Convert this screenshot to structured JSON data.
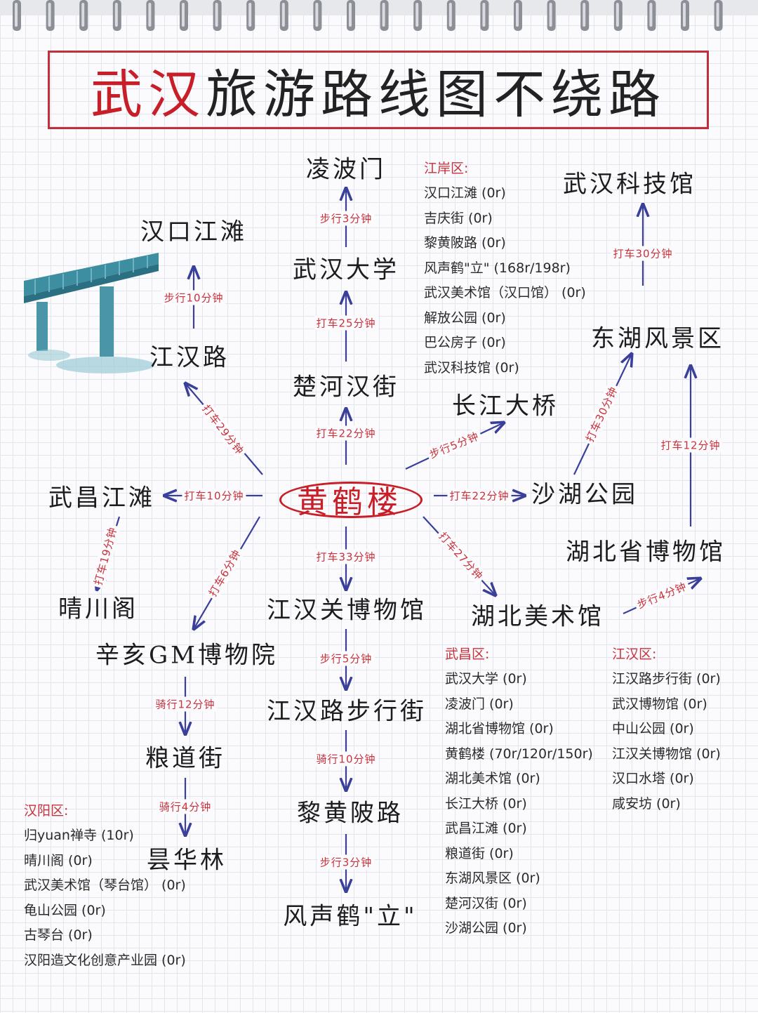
{
  "title": {
    "red": "武汉",
    "black": "旅游路线图不绕路"
  },
  "center": {
    "name": "黄鹤楼"
  },
  "nodes": [
    {
      "id": "linbomen",
      "name": "凌波门"
    },
    {
      "id": "whdx",
      "name": "武汉大学"
    },
    {
      "id": "chjj",
      "name": "楚河汉街"
    },
    {
      "id": "hkjt",
      "name": "汉口江滩"
    },
    {
      "id": "jhl",
      "name": "江汉路"
    },
    {
      "id": "wcjt",
      "name": "武昌江滩"
    },
    {
      "id": "qcg",
      "name": "晴川阁"
    },
    {
      "id": "xh",
      "name": "辛亥GM博物院"
    },
    {
      "id": "ldj",
      "name": "粮道街"
    },
    {
      "id": "thl",
      "name": "昙华林"
    },
    {
      "id": "jhg",
      "name": "江汉关博物馆"
    },
    {
      "id": "jhlbxj",
      "name": "江汉路步行街"
    },
    {
      "id": "lhpl",
      "name": "黎黄陂路"
    },
    {
      "id": "fsh",
      "name": "风声鹤\"立\""
    },
    {
      "id": "cjdq",
      "name": "长江大桥"
    },
    {
      "id": "shgy",
      "name": "沙湖公园"
    },
    {
      "id": "hbms",
      "name": "湖北美术馆"
    },
    {
      "id": "hbbwg",
      "name": "湖北省博物馆"
    },
    {
      "id": "dhfj",
      "name": "东湖风景区"
    },
    {
      "id": "whkjg",
      "name": "武汉科技馆"
    }
  ],
  "edges": [
    {
      "id": "e1",
      "label": "步行3分钟"
    },
    {
      "id": "e2",
      "label": "打车25分钟"
    },
    {
      "id": "e3",
      "label": "打车22分钟"
    },
    {
      "id": "e4",
      "label": "步行10分钟"
    },
    {
      "id": "e5",
      "label": "打车29分钟"
    },
    {
      "id": "e6",
      "label": "打车10分钟"
    },
    {
      "id": "e7",
      "label": "打车19分钟"
    },
    {
      "id": "e8",
      "label": "打车6分钟"
    },
    {
      "id": "e9",
      "label": "骑行12分钟"
    },
    {
      "id": "e10",
      "label": "骑行4分钟"
    },
    {
      "id": "e11",
      "label": "打车33分钟"
    },
    {
      "id": "e12",
      "label": "步行5分钟"
    },
    {
      "id": "e13",
      "label": "骑行10分钟"
    },
    {
      "id": "e14",
      "label": "步行3分钟"
    },
    {
      "id": "e15",
      "label": "步行5分钟"
    },
    {
      "id": "e16",
      "label": "打车22分钟"
    },
    {
      "id": "e17",
      "label": "打车30分钟"
    },
    {
      "id": "e18",
      "label": "打车27分钟"
    },
    {
      "id": "e19",
      "label": "步行4分钟"
    },
    {
      "id": "e20",
      "label": "打车12分钟"
    },
    {
      "id": "e21",
      "label": "打车30分钟"
    }
  ],
  "prices": {
    "jiangan": {
      "title": "江岸区:",
      "items": [
        "汉口江滩 (0r)",
        "吉庆街 (0r)",
        "黎黄陂路 (0r)",
        "风声鹤\"立\" (168r/198r)",
        "武汉美术馆（汉口馆） (0r)",
        "解放公园 (0r)",
        "巴公房子 (0r)",
        "武汉科技馆 (0r)"
      ]
    },
    "wuchang": {
      "title": "武昌区:",
      "items": [
        "武汉大学 (0r)",
        "凌波门 (0r)",
        "湖北省博物馆 (0r)",
        "黄鹤楼 (70r/120r/150r)",
        "湖北美术馆 (0r)",
        "长江大桥 (0r)",
        "武昌江滩 (0r)",
        "粮道街 (0r)",
        "东湖风景区 (0r)",
        "楚河汉街 (0r)",
        "沙湖公园 (0r)"
      ]
    },
    "jianghan": {
      "title": "江汉区:",
      "items": [
        "江汉路步行街 (0r)",
        "武汉博物馆 (0r)",
        "中山公园 (0r)",
        "江汉关博物馆 (0r)",
        "汉口水塔 (0r)",
        "咸安坊 (0r)"
      ]
    },
    "hanyang": {
      "title": "汉阳区:",
      "items": [
        "归yuan禅寺 (10r)",
        "晴川阁 (0r)",
        "武汉美术馆（琴台馆） (0r)",
        "龟山公园 (0r)",
        "古琴台 (0r)",
        "汉阳造文化创意产业园 (0r)"
      ]
    }
  },
  "colors": {
    "accent": "#c81e28",
    "arrow": "#3a3f9a",
    "label": "#c8323c",
    "grid": "#e3e5ee"
  }
}
